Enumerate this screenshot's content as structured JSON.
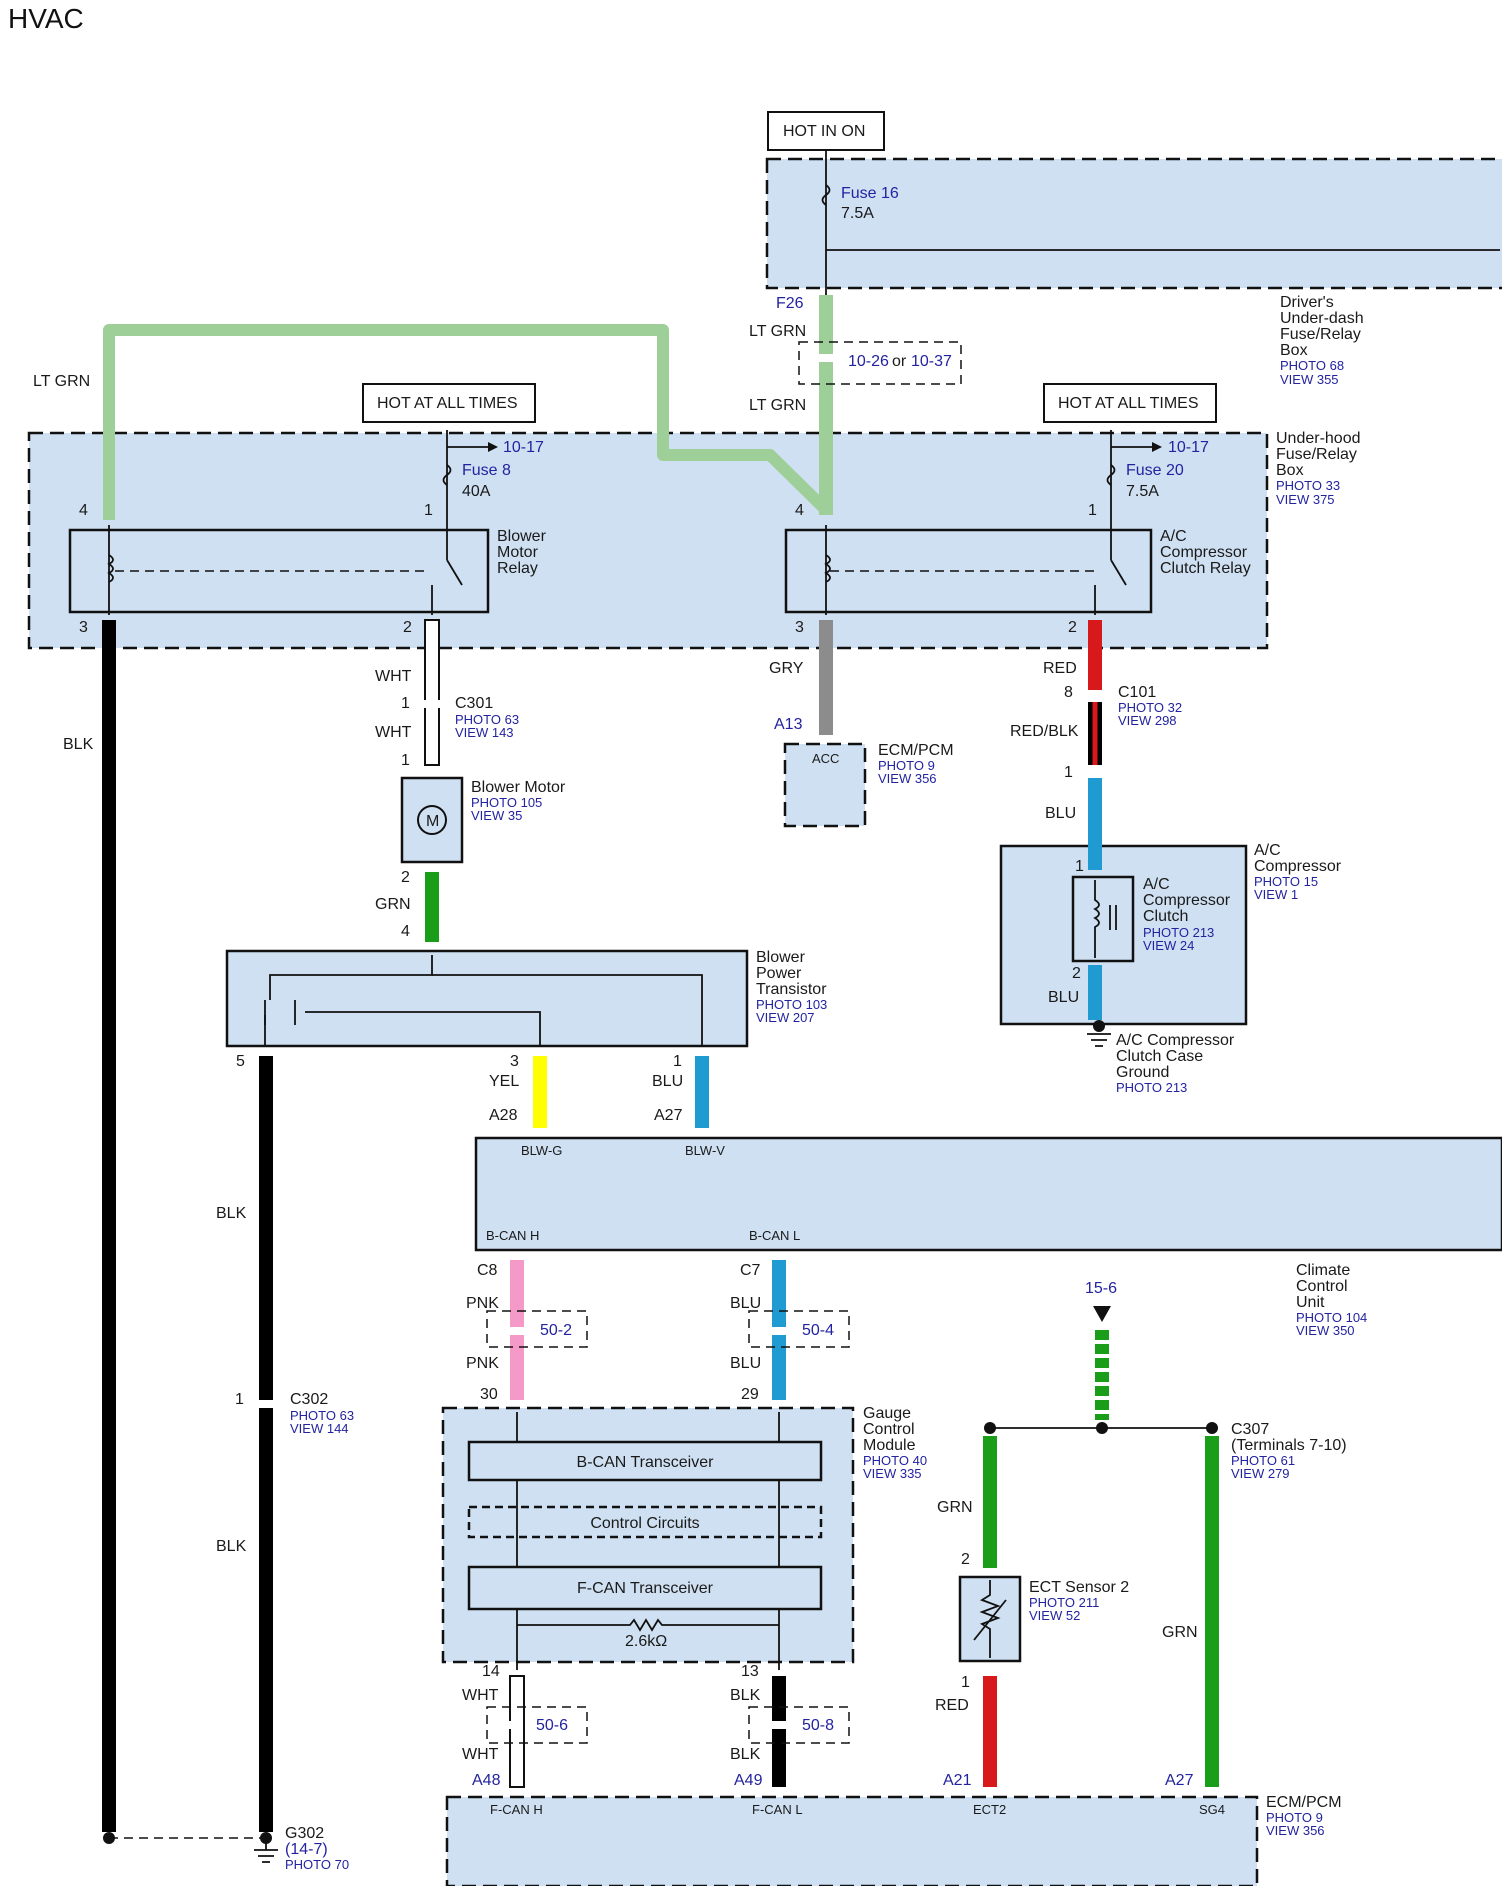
{
  "title": "HVAC",
  "colors": {
    "box_fill": "#cfe0f2",
    "ltgrn": "#9ecf98",
    "blk": "#000000",
    "gry": "#8c8c8c",
    "red": "#d7191c",
    "blu": "#1f9bd1",
    "grn": "#1a9e1a",
    "yel": "#ffff00",
    "pnk": "#f59ac8",
    "wht": "#ffffff",
    "ref_text": "#2323a0"
  },
  "hot_in_on": "HOT IN ON",
  "hot_at_all_times_1": "HOT AT ALL TIMES",
  "hot_at_all_times_2": "HOT AT ALL TIMES",
  "fuse16": {
    "name": "Fuse 16",
    "rating": "7.5A"
  },
  "fuse8": {
    "name": "Fuse 8",
    "rating": "40A",
    "ref": "10-17"
  },
  "fuse20": {
    "name": "Fuse 20",
    "rating": "7.5A",
    "ref": "10-17"
  },
  "driver_box": {
    "l1": "Driver's",
    "l2": "Under-dash",
    "l3": "Fuse/Relay",
    "l4": "Box",
    "photo": "PHOTO 68",
    "view": "VIEW 355"
  },
  "underhood_box": {
    "l1": "Under-hood",
    "l2": "Fuse/Relay",
    "l3": "Box",
    "photo": "PHOTO 33",
    "view": "VIEW 375"
  },
  "f26": "F26",
  "ltgrn_label_1": "LT GRN",
  "ltgrn_label_2": "LT GRN",
  "ltgrn_label_left": "LT GRN",
  "split_ref": {
    "a": "10-26",
    "or": "or",
    "b": "10-37"
  },
  "blower_relay": {
    "l1": "Blower",
    "l2": "Motor",
    "l3": "Relay",
    "pin4": "4",
    "pin1": "1",
    "pin3": "3",
    "pin2": "2"
  },
  "ac_relay": {
    "l1": "A/C",
    "l2": "Compressor",
    "l3": "Clutch Relay",
    "pin4": "4",
    "pin1": "1",
    "pin3": "3",
    "pin2": "2"
  },
  "blk_left": "BLK",
  "wht1": "WHT",
  "c301": {
    "pin": "1",
    "name": "C301",
    "photo": "PHOTO 63",
    "view": "VIEW 143"
  },
  "wht2": "WHT",
  "pin1_motor": "1",
  "blower_motor": {
    "name": "Blower Motor",
    "photo": "PHOTO 105",
    "view": "VIEW 35",
    "symbol": "M"
  },
  "motor_pin2": "2",
  "grn_motor": "GRN",
  "bpt_pin4": "4",
  "bpt": {
    "l1": "Blower",
    "l2": "Power",
    "l3": "Transistor",
    "photo": "PHOTO 103",
    "view": "VIEW 207"
  },
  "gry": "GRY",
  "a13": "A13",
  "ecm_acc": {
    "pin": "ACC",
    "name": "ECM/PCM",
    "photo": "PHOTO 9",
    "view": "VIEW 356"
  },
  "red1": "RED",
  "c101": {
    "pin": "8",
    "name": "C101",
    "photo": "PHOTO 32",
    "view": "VIEW 298"
  },
  "redblk": "RED/BLK",
  "pin1_redblk": "1",
  "blu_ac": "BLU",
  "ac_comp": {
    "l1": "A/C",
    "l2": "Compressor",
    "photo": "PHOTO 15",
    "view": "VIEW 1"
  },
  "ac_clutch": {
    "l1": "A/C",
    "l2": "Compressor",
    "l3": "Clutch",
    "photo": "PHOTO 213",
    "view": "VIEW 24",
    "pin1": "1",
    "pin2": "2"
  },
  "blu_ac2": "BLU",
  "ac_ground": {
    "l1": "A/C Compressor",
    "l2": "Clutch Case",
    "l3": "Ground",
    "photo": "PHOTO 213"
  },
  "bpt_pin5": "5",
  "bpt_pin3": "3",
  "yel": "YEL",
  "bpt_pin1": "1",
  "blu_bpt": "BLU",
  "a28": "A28",
  "a27_top": "A27",
  "ccu": {
    "blwg": "BLW-G",
    "blwv": "BLW-V",
    "bcanh": "B-CAN H",
    "bcanl": "B-CAN L",
    "l1": "Climate",
    "l2": "Control",
    "l3": "Unit",
    "photo": "PHOTO 104",
    "view": "VIEW 350"
  },
  "blk_mid": "BLK",
  "c8": "C8",
  "c7": "C7",
  "pnk1": "PNK",
  "pnk2": "PNK",
  "blu_c7a": "BLU",
  "blu_c7b": "BLU",
  "ref_50_2": "50-2",
  "ref_50_4": "50-4",
  "pin30": "30",
  "pin29": "29",
  "ref_15_6": "15-6",
  "c302": {
    "pin": "1",
    "name": "C302",
    "photo": "PHOTO 63",
    "view": "VIEW 144"
  },
  "blk_low": "BLK",
  "gcm": {
    "l1": "Gauge",
    "l2": "Control",
    "l3": "Module",
    "photo": "PHOTO 40",
    "view": "VIEW 335",
    "bcan": "B-CAN Transceiver",
    "ctrl": "Control Circuits",
    "fcan": "F-CAN Transceiver",
    "res": "2.6kΩ"
  },
  "c307": {
    "name": "C307",
    "sub": "(Terminals 7-10)",
    "photo": "PHOTO 61",
    "view": "VIEW 279"
  },
  "grn_ect": "GRN",
  "grn_right": "GRN",
  "ect": {
    "pin2": "2",
    "pin1": "1",
    "name": "ECT Sensor 2",
    "photo": "PHOTO 211",
    "view": "VIEW 52"
  },
  "red_ect": "RED",
  "pin14": "14",
  "pin13": "13",
  "wht3": "WHT",
  "wht4": "WHT",
  "blk_c1": "BLK",
  "blk_c2": "BLK",
  "ref_50_6": "50-6",
  "ref_50_8": "50-8",
  "a48": "A48",
  "a49": "A49",
  "a21": "A21",
  "a27_bot": "A27",
  "ecm_bottom": {
    "fcanh": "F-CAN H",
    "fcanl": "F-CAN L",
    "ect2": "ECT2",
    "sg4": "SG4",
    "name": "ECM/PCM",
    "photo": "PHOTO 9",
    "view": "VIEW 356"
  },
  "g302": {
    "name": "G302",
    "ref": "(14-7)",
    "photo": "PHOTO 70"
  }
}
